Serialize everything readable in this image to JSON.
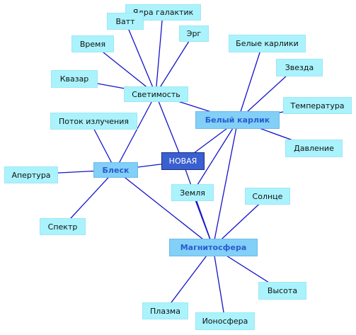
{
  "center": {
    "label": "НОВАЯ"
  },
  "hubs": {
    "svetimost": "Светимость",
    "belyi_karlik": "Белый карлик",
    "blesk": "Блеск",
    "magnitosfera": "Магнитосфера"
  },
  "leaves": {
    "yadra_galaktik": "Ядра галактик",
    "vatt": "Ватт",
    "erg": "Эрг",
    "vremya": "Время",
    "kvazar": "Квазар",
    "potok_izlucheniya": "Поток излучения",
    "belye_karliki": "Белые карлики",
    "zvezda": "Звезда",
    "temperatura": "Температура",
    "davlenie": "Давление",
    "apertura": "Апертура",
    "spektr": "Спектр",
    "zemlya": "Земля",
    "solnce": "Солнце",
    "vysota": "Высота",
    "plazma": "Плазма",
    "ionosfera": "Ионосфера"
  },
  "colors": {
    "link": "#1414c8",
    "leaf_fill": "#aaf3fd",
    "hub_fill": "#82cff7",
    "hub_text": "#2a5bd0",
    "center_fill": "#3a5fd0"
  }
}
